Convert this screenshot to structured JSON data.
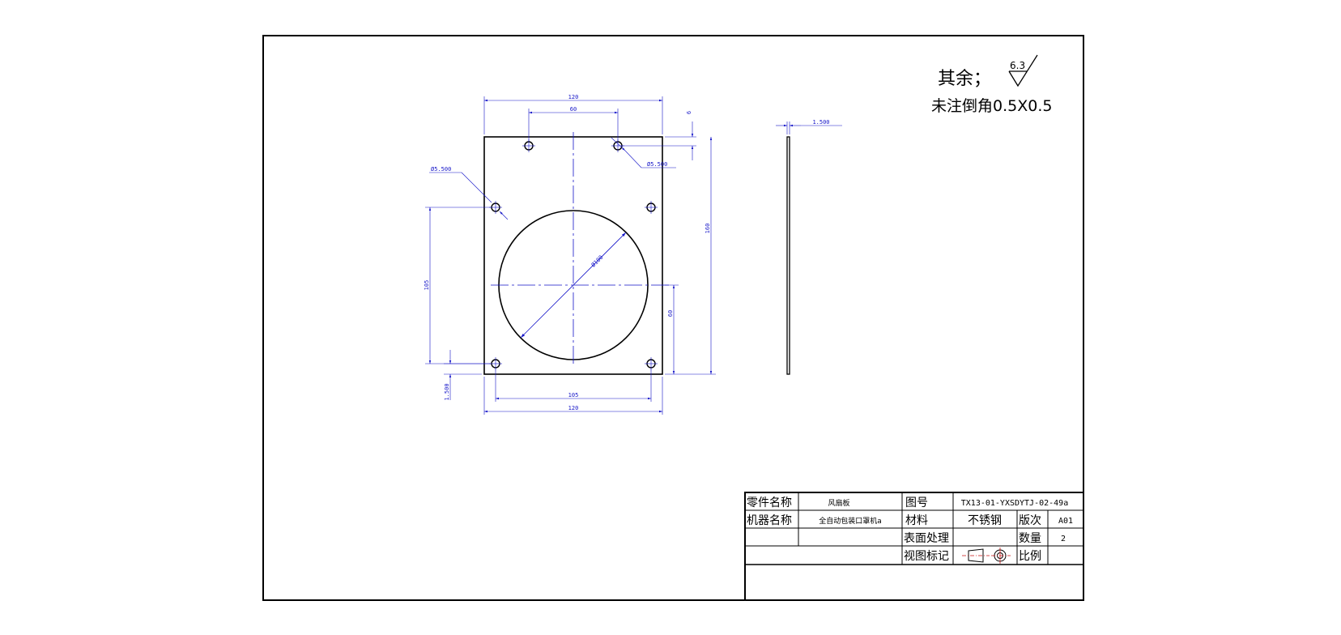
{
  "notes": {
    "remaining_label": "其余；",
    "roughness_value": "6.3",
    "chamfer_note": "未注倒角0.5X0.5"
  },
  "dimensions": {
    "top_width": "120",
    "hole_spacing_top": "60",
    "top_offset": "6",
    "hole_dia_right": "Ø5.500",
    "hole_dia_left": "Ø5.500",
    "height_right": "160",
    "hole_spacing_vertical": "105",
    "circle_dia": "Ø100",
    "center_height": "60",
    "bottom_offset": "1.500",
    "hole_spacing_bottom": "105",
    "bottom_width": "120",
    "thickness": "1.500"
  },
  "title_block": {
    "part_name_label": "零件名称",
    "part_name_value": "风扇板",
    "drawing_no_label": "图号",
    "drawing_no_value": "TX13-01-YXSDYTJ-02-49a",
    "machine_name_label": "机器名称",
    "machine_name_value": "全自动包装口罩机a",
    "material_label": "材料",
    "material_value": "不锈钢",
    "version_label": "版次",
    "version_value": "A01",
    "surface_label": "表面处理",
    "surface_value": "",
    "quantity_label": "数量",
    "quantity_value": "2",
    "view_mark_label": "视图标记",
    "scale_label": "比例",
    "scale_value": ""
  },
  "colors": {
    "outline": "#000000",
    "dimension": "#1414c8",
    "centerline": "#1414c8"
  }
}
